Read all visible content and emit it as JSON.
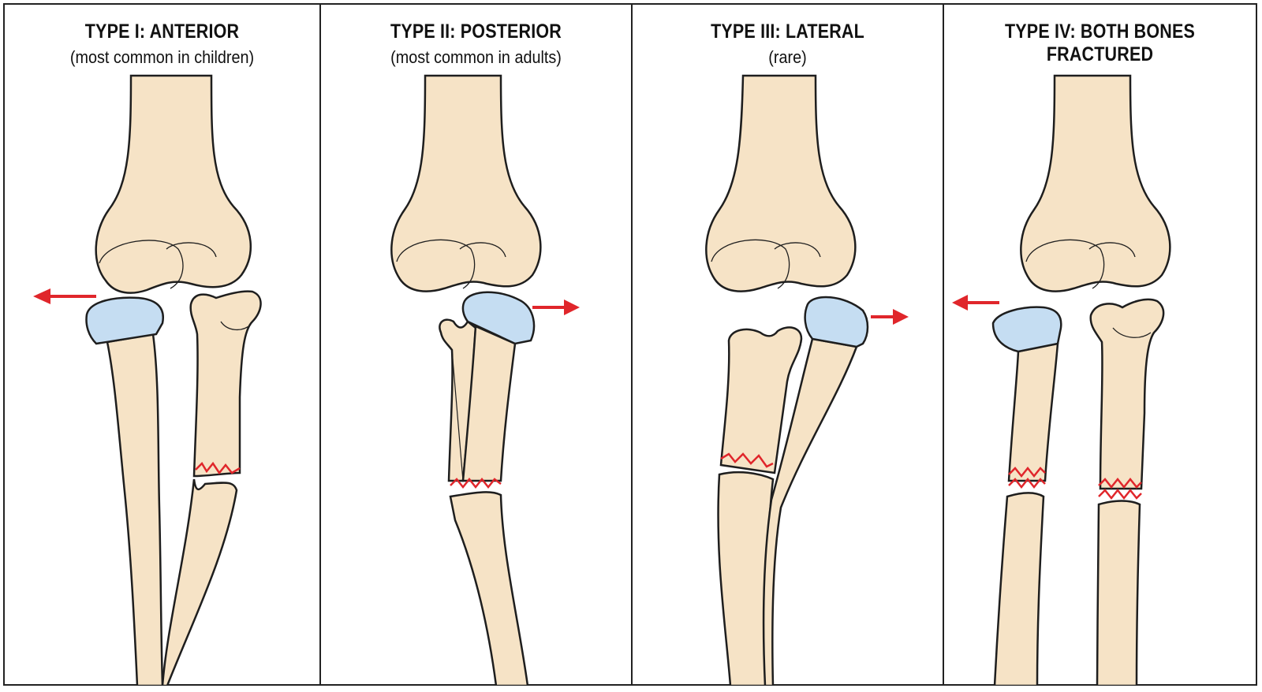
{
  "colors": {
    "bone": "#F6E3C6",
    "cartilage": "#C5DDF2",
    "outline": "#1E1E1E",
    "fracture": "#E0262B",
    "arrow": "#E0262B"
  },
  "panels": [
    {
      "title": "TYPE I: ANTERIOR",
      "subtitle": "(most common in children)",
      "arrow_direction": "left"
    },
    {
      "title": "TYPE II: POSTERIOR",
      "subtitle": "(most common in adults)",
      "arrow_direction": "right"
    },
    {
      "title": "TYPE III: LATERAL",
      "subtitle": "(rare)",
      "arrow_direction": "right"
    },
    {
      "title": "TYPE IV: BOTH BONES FRACTURED",
      "subtitle": "",
      "arrow_direction": "left"
    }
  ]
}
